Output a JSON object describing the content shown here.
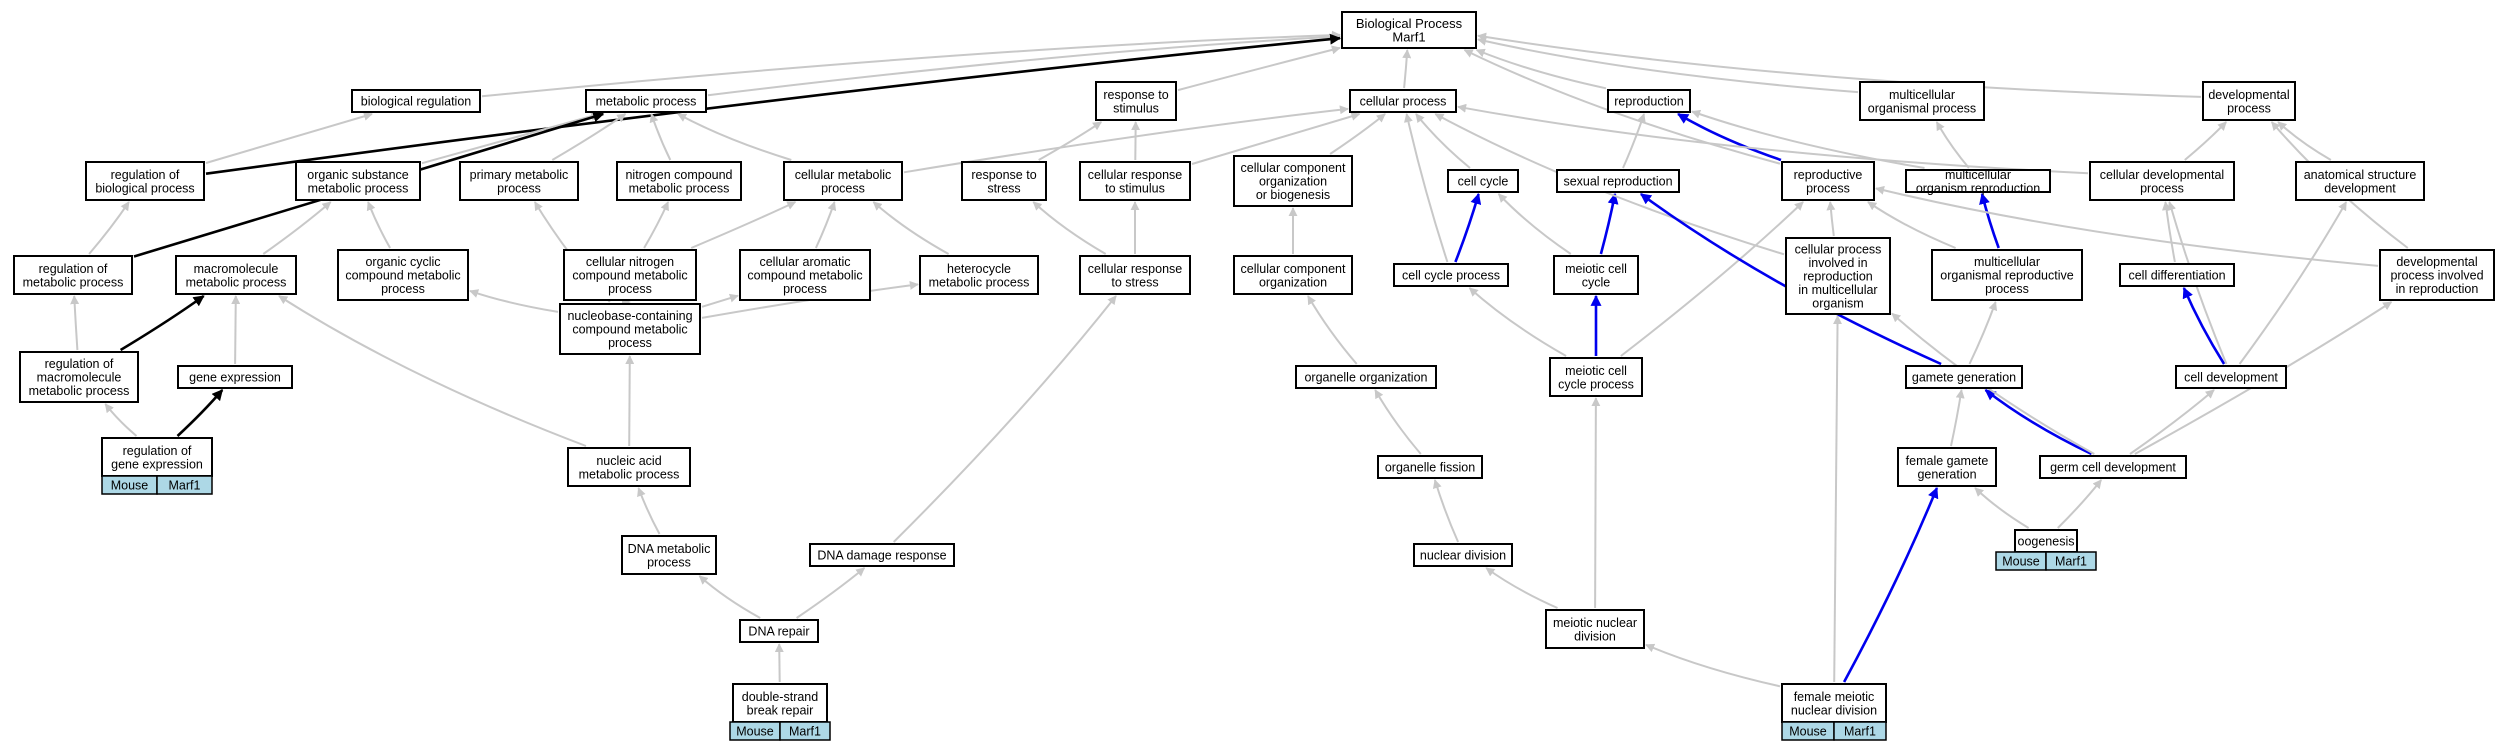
{
  "nodes": {
    "bp": "Biological Process\nMarf1",
    "bioreg": "biological regulation",
    "metab": "metabolic process",
    "resp_stim": "response to\nstimulus",
    "cellproc": "cellular process",
    "repro": "reproduction",
    "mc_org": "multicellular\norganismal process",
    "dev": "developmental\nprocess",
    "reg_bio": "regulation of\nbiological process",
    "org_subst": "organic substance\nmetabolic process",
    "prim_met": "primary metabolic\nprocess",
    "nitro_met": "nitrogen compound\nmetabolic process",
    "cell_met": "cellular metabolic\nprocess",
    "resp_stress": "response to\nstress",
    "cell_resp_stim": "cellular response\nto stimulus",
    "cc_org_bio": "cellular component\norganization\nor biogenesis",
    "cell_cycle": "cell cycle",
    "sex_repro": "sexual reproduction",
    "repro_proc": "reproductive\nprocess",
    "mc_org_repro": "multicellular\norganism reproduction",
    "cell_dev_proc": "cellular developmental\nprocess",
    "anat_dev": "anatomical structure\ndevelopment",
    "reg_met": "regulation of\nmetabolic process",
    "macro_met": "macromolecule\nmetabolic process",
    "org_cyc": "organic cyclic\ncompound metabolic\nprocess",
    "cell_nitro": "cellular nitrogen\ncompound metabolic\nprocess",
    "cell_arom": "cellular aromatic\ncompound metabolic\nprocess",
    "hetero": "heterocycle\nmetabolic process",
    "cell_resp_stress": "cellular response\nto stress",
    "cc_org": "cellular component\norganization",
    "cc_proc": "cell cycle process",
    "meiotic_cc": "meiotic cell\ncycle",
    "cp_inv_repro": "cellular process\ninvolved in\nreproduction\nin multicellular\norganism",
    "mc_org_repro_proc": "multicellular\norganismal reproductive\nprocess",
    "cell_diff": "cell differentiation",
    "dev_inv_repro": "developmental\nprocess involved\nin reproduction",
    "reg_macro": "regulation of\nmacromolecule\nmetabolic process",
    "gene_expr": "gene expression",
    "nucleobase": "nucleobase-containing\ncompound metabolic\nprocess",
    "organelle_org": "organelle organization",
    "meiotic_ccp": "meiotic cell\ncycle process",
    "gamete_gen": "gamete generation",
    "cell_development": "cell development",
    "reg_gene_expr": "regulation of\ngene expression",
    "nucleic_acid": "nucleic acid\nmetabolic process",
    "organelle_fission": "organelle fission",
    "female_gamete": "female gamete\ngeneration",
    "germ_cell_dev": "germ cell development",
    "dna_met": "DNA metabolic\nprocess",
    "dna_damage": "DNA damage response",
    "nuclear_div": "nuclear division",
    "oogenesis": "oogenesis",
    "dna_repair": "DNA repair",
    "meiotic_nuc_div": "meiotic nuclear\ndivision",
    "dsb_repair": "double-strand\nbreak repair",
    "female_meiotic": "female meiotic\nnuclear division"
  },
  "annotation_tag": {
    "species": "Mouse",
    "gene": "Marf1"
  },
  "colors": {
    "edge_default": "#c8c8c8",
    "edge_highlight_blue": "#0000ee",
    "edge_highlight_black": "#000000",
    "tag_fill": "#add8e6"
  }
}
